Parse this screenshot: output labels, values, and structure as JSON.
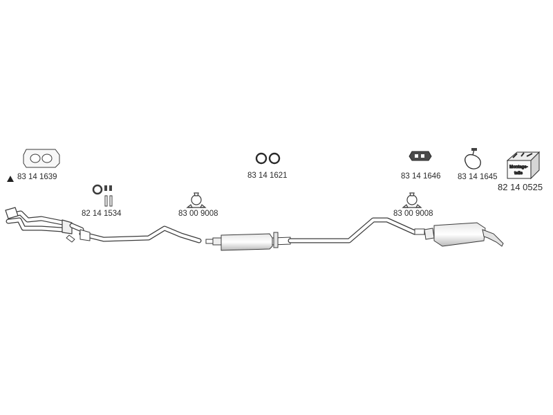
{
  "parts": {
    "gasket_flange": "83 14 1639",
    "mounting_bolts": "82 14 1534",
    "clamp_front": "83 00 9008",
    "rubber_rings": "83 14 1621",
    "mount_bracket": "83 14 1646",
    "hanger_rubber": "83 14 1645",
    "clamp_rear": "83 00 9008",
    "mounting_kit": "82 14 0525"
  },
  "kit_label": {
    "line1": "Montage-",
    "line2": "teile"
  },
  "icons": [
    "warning-triangle-icon",
    "gasket-icon",
    "bolt-set-icon",
    "clamp-icon",
    "ring-icon",
    "bracket-icon",
    "hanger-icon",
    "kit-box-icon"
  ],
  "colors": {
    "line": "#3a3a3a",
    "fill": "#f4f4f4",
    "shade": "#cfcfcf"
  }
}
